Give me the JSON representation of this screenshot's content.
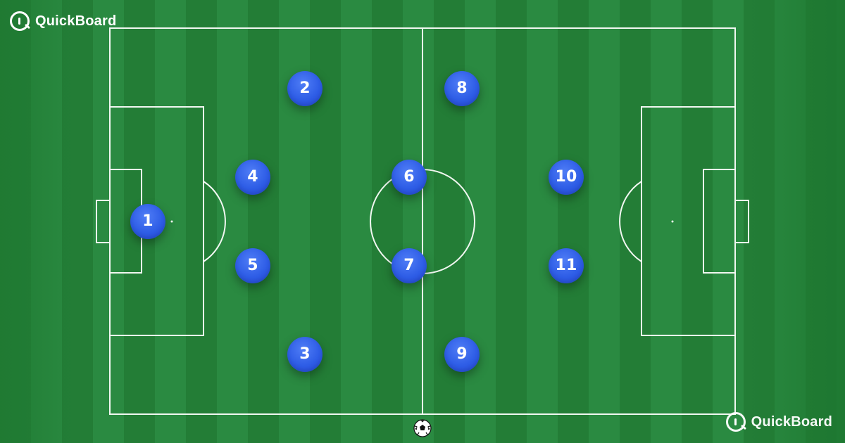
{
  "app": {
    "brand": "QuickBoard"
  },
  "players": [
    {
      "label": "1"
    },
    {
      "label": "2"
    },
    {
      "label": "3"
    },
    {
      "label": "4"
    },
    {
      "label": "5"
    },
    {
      "label": "6"
    },
    {
      "label": "7"
    },
    {
      "label": "8"
    },
    {
      "label": "9"
    },
    {
      "label": "10"
    },
    {
      "label": "11"
    }
  ],
  "icons": {
    "logo": "quickboard-logo-icon",
    "ball": "soccer-ball-icon"
  },
  "colors": {
    "pitch_dark": "#237d36",
    "pitch_light": "#2a8a41",
    "line": "#f1f7f1",
    "player": "#2e5de6"
  }
}
